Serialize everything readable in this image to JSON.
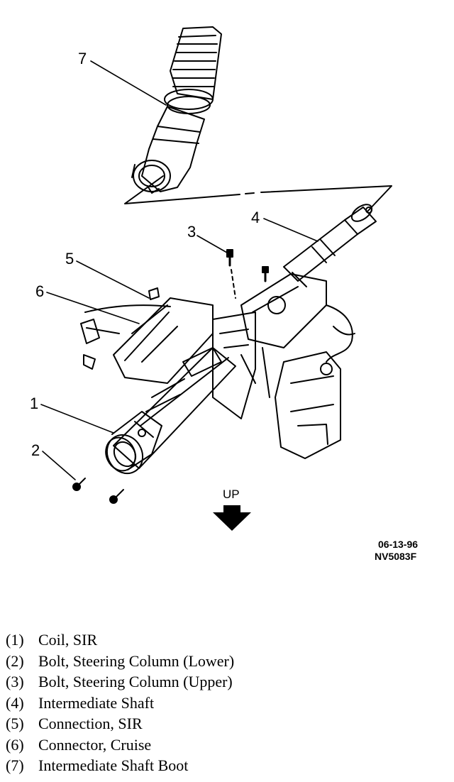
{
  "figure": {
    "callouts": [
      {
        "id": "1",
        "label": "1"
      },
      {
        "id": "2",
        "label": "2"
      },
      {
        "id": "3",
        "label": "3"
      },
      {
        "id": "4",
        "label": "4"
      },
      {
        "id": "5",
        "label": "5"
      },
      {
        "id": "6",
        "label": "6"
      },
      {
        "id": "7",
        "label": "7"
      }
    ],
    "direction_label": "UP",
    "date_code": "06-13-96",
    "figure_code": "NV5083F"
  },
  "legend": [
    {
      "num": "(1)",
      "text": "Coil, SIR"
    },
    {
      "num": "(2)",
      "text": "Bolt, Steering Column (Lower)"
    },
    {
      "num": "(3)",
      "text": "Bolt, Steering Column (Upper)"
    },
    {
      "num": "(4)",
      "text": "Intermediate Shaft"
    },
    {
      "num": "(5)",
      "text": "Connection, SIR"
    },
    {
      "num": "(6)",
      "text": "Connector, Cruise"
    },
    {
      "num": "(7)",
      "text": "Intermediate Shaft Boot"
    }
  ]
}
